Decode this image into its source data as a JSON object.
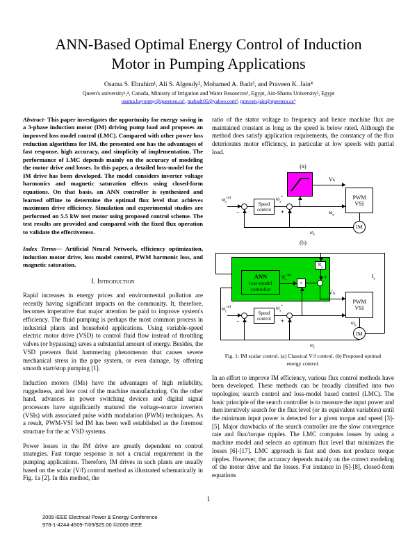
{
  "header": {
    "title": "ANN-Based Optimal Energy Control of Induction Motor in Pumping Applications",
    "authors": "Osama S. Ebrahim¹, Ali S. Algendy², Mohamed A. Badr³, and Praveen K. Jain⁴",
    "affiliations": "Queen's university¹,⁴, Canada, Ministry of Irrigation and Water Resources², Egypt, Ain-Shams University³, Egypt",
    "emails": [
      "osama.bayoumy@queensu.ca¹",
      "mabadr05@yahoo.com³",
      "praveen.jain@queensu.ca⁴"
    ],
    "email_sep": ", "
  },
  "abstract": {
    "label": "Abstract-",
    "text": " This paper investigates the opportunity for energy saving in a 3-phase induction motor (IM) driving pump load and proposes an improved loss model control (LMC). Compared with other power loss reduction algorithms for IM, the presented one has the advantages of fast response, high accuracy, and simplicity of implementation. The performance of LMC depends mainly on the accuracy of modeling the motor drive and losses. In this paper, a detailed loss-model for the IM drive has been developed. The model considers inverter voltage harmonics and magnetic saturation effects using closed-form equations. On that basis, an ANN controller is synthesized and learned offline to determine the optimal flux level that achieves maximum drive efficiency. Simulation and experimental studies are performed on 5.5 kW test motor using proposed control scheme. The test results are provided and compared with the fixed flux operation to validate the effectiveness."
  },
  "index_terms": {
    "label": "Index Terms—",
    "text": " Artificial Neural Network, efficiency optimization, induction motor drive, loss model control, PWM harmonic loss, and magnetic saturation."
  },
  "sections": {
    "introduction": "I. Introduction"
  },
  "left_column": {
    "p1": "Rapid increases in energy prices and environmental pollution are recently having significant impacts on the community. It, therefore, becomes imperative that major attention be paid to improve system's efficiency. The fluid pumping is perhaps the most common process in industrial plants and household applications. Using variable-speed electric motor drive (VSD) to control fluid flow instead of throttling valves (or bypassing) saves a substantial amount of energy. Besides, the VSD prevents fluid hammering phenomenon that causes severe mechanical stress in the pipe system, or even damage, by offering smooth start/stop pumping [1].",
    "p2": "Induction motors (IMs) have the advantages of high reliability, ruggedness, and low cost of the machine manufacturing. On the other hand, advances in power switching devices and digital signal processors have significantly matured the voltage-source inverters (VSIs) with associated pulse width modulation (PWM) techniques. As a result, PWM-VSI fed IM has been well established as the foremost structure for the ac VSD systems.",
    "p3": "Power losses in the IM drive are greatly dependent on control strategies. Fast torque response is not a crucial requirement in the pumping applications. Therefore, IM drives in such plants are usually based on the scalar (V/f) control method as illustrated schematically in Fig. 1a [2]. In this method, the"
  },
  "right_column": {
    "p1": "ratio of the stator voltage to frequency and hence machine flux are maintained constant as long as the speed is below rated. Although the method does satisfy application requirements, the constancy of the flux deteriorates motor efficiency, in particular at low speeds with partial load.",
    "p2": "In an effort to improve IM efficiency, various flux control methods have been developed. These methods can be broadly classified into two topologies; search control and loss-model based control (LMC). The basic principle of the search controller is to measure the input power and then iteratively search for the flux level (or its equivalent variables) until the minimum input power is detected for a given torque and speed [3]-[5]. Major drawbacks of the search controller are the slow convergence rate and flux/torque ripples. The LMC computes losses by using a machine model and selects an optimum flux level that minimizes the losses [6]-[17]. LMC approach is fast and does not produce torque ripples. However, the accuracy depends mainly on the correct modeling of the motor drive and the losses. For instance in [6]-[8], closed-form equations"
  },
  "figure1": {
    "label_a": "(a)",
    "label_b": "(b)",
    "caption_line1": "Fig. 1: IM scalar control. (a) Classical V/f control. (b) Proposed optimal",
    "caption_line2": "energy control.",
    "colors": {
      "vf_block": "#ff00ff",
      "ann_block": "#00d800"
    },
    "labels": {
      "omega_ref": {
        "base": "ω",
        "sub": "r",
        "sup": "ref"
      },
      "omega_s_star": {
        "base": "ω",
        "sub": "s",
        "sup": "*"
      },
      "omega_e": {
        "base": "ω",
        "sub": "e"
      },
      "omega_r": {
        "base": "ω",
        "sub": "r"
      },
      "vs": "Vs",
      "is": {
        "base": "I",
        "sub": "s"
      },
      "rs": {
        "base": "R",
        "sub": "s"
      },
      "psi_opt": {
        "base": "ψ",
        "sub": "s",
        "sup": "opt"
      },
      "speed_line1": "Speed",
      "speed_line2": "control",
      "pwm_line1": "PWM",
      "pwm_line2": "VSI",
      "im": "IM",
      "ann_line1": "ANN",
      "ann_line2": "loss-model",
      "ann_line3": "controller",
      "times": "×",
      "plus": "+",
      "minus": "−"
    }
  },
  "footer": {
    "page_number": "1",
    "line1": "2009 IEEE Electrical Power & Energy Conference",
    "line2": "978-1-4244-4509-7/09/$25.00 ©2009 IEEE"
  }
}
